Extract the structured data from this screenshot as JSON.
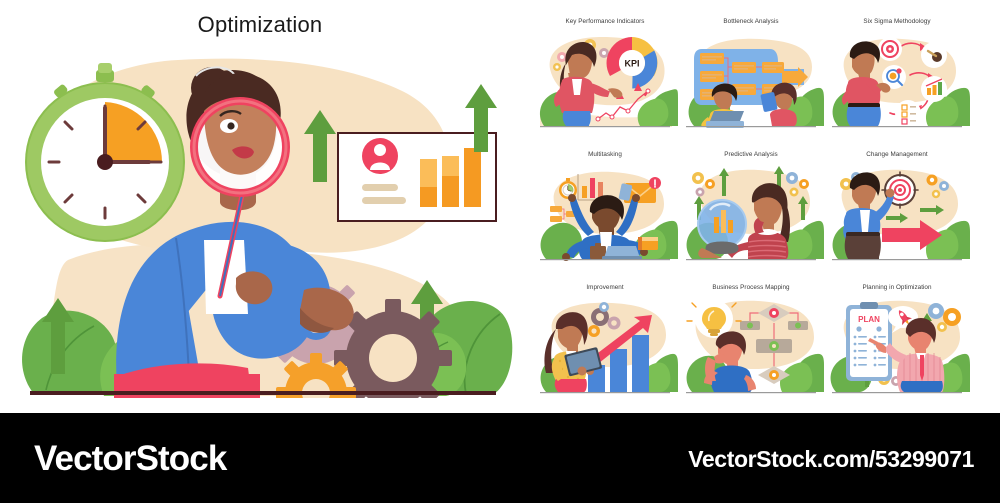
{
  "title": "Optimization",
  "footer": {
    "logo": "VectorStock",
    "url": "VectorStock.com/53299071"
  },
  "hero": {
    "label": "optimization-hero-illustration",
    "elements": {
      "stopwatch": "green-stopwatch",
      "character": "woman-with-magnifying-glass",
      "board": "analytics-board",
      "gears": "three-gears",
      "arrows": "green-growth-arrows",
      "leaves": "green-leaves"
    },
    "board": {
      "avatar_icon": "user-avatar-icon",
      "bars": [
        52,
        68,
        78
      ],
      "text_lines": 2
    },
    "colors": {
      "jacket": "#4a86d8",
      "skirt": "#ef4360",
      "stopwatch": "#8cbe4f",
      "stopwatch_dial": "#f6a023",
      "magnifier_rim": "#ef4360",
      "blob": "#f7e2c3",
      "leaf": "#6ab04c",
      "ground": "#4a1d20",
      "gear_mauve": "#c9a3ad",
      "gear_orange": "#f5a02a",
      "gear_brown": "#7a5a5e",
      "bar_orange_light": "#fbbd59",
      "bar_orange": "#f59a22",
      "arrow_green": "#5e9e3e"
    }
  },
  "panels": [
    {
      "id": "key-performance-indicators",
      "title": "Key Performance Indicators",
      "scene": "woman-pointing-at-kpi-donut-chart",
      "donut_label": "KPI",
      "donut_segments": [
        {
          "name": "red",
          "color": "#ef4360",
          "value": 34
        },
        {
          "name": "yellow",
          "color": "#f6c042",
          "value": 26
        },
        {
          "name": "blue",
          "color": "#4a86d8",
          "value": 40
        }
      ],
      "accents": [
        "gears",
        "line-chart-up",
        "leaves"
      ],
      "figure_colors": {
        "top": "#e05563",
        "bottom": "#4a86d8"
      }
    },
    {
      "id": "bottleneck-analysis",
      "title": "Bottleneck Analysis",
      "scene": "bottle-shaped-flow-diagram-with-two-workers",
      "accents": [
        "flow-boxes",
        "arrow-right",
        "laptop",
        "leaves"
      ],
      "figure_colors": {
        "left": "#f3c242",
        "right": "#e05563"
      },
      "bottle_color": "#7fb2e8",
      "box_color": "#f7a93b"
    },
    {
      "id": "six-sigma-methodology",
      "title": "Six Sigma Methodology",
      "scene": "man-thinking-with-process-circles",
      "circle_icons": [
        "target-icon",
        "magnifier-gear-icon",
        "coffee-icon",
        "bar-chart-icon",
        "checklist-icon"
      ],
      "accents": [
        "red-arrows",
        "leaves"
      ],
      "figure_colors": {
        "top": "#e05563",
        "bottom": "#4a86d8"
      }
    },
    {
      "id": "multitasking",
      "title": "Multitasking",
      "scene": "businessman-with-many-arms",
      "held_items": [
        "stopwatch",
        "smartphone",
        "notebook",
        "laptop",
        "briefcase"
      ],
      "accents": [
        "bar-chart",
        "envelope-badge",
        "flow-boxes",
        "leaves"
      ],
      "figure_colors": {
        "suit": "#2f6fc4"
      }
    },
    {
      "id": "predictive-analysis",
      "title": "Predictive Analysis",
      "scene": "woman-holding-crystal-ball-with-chart",
      "accents": [
        "gears",
        "green-arrows",
        "leaves"
      ],
      "ball_color": "#7fb2e8",
      "figure_colors": {
        "top": "#c0434e"
      }
    },
    {
      "id": "change-management",
      "title": "Change Management",
      "scene": "man-holding-target-with-big-arrow",
      "accents": [
        "gears",
        "green-arrows",
        "red-arrow",
        "leaves"
      ],
      "figure_colors": {
        "jacket": "#4a86d8",
        "pants": "#5a4038"
      },
      "arrow_color": "#ef4360"
    },
    {
      "id": "improvement",
      "title": "Improvement",
      "scene": "woman-with-laptop-and-rising-bars",
      "bars": [
        38,
        58,
        78
      ],
      "accents": [
        "gears",
        "red-up-arrow",
        "leaves"
      ],
      "bar_color": "#4a86d8",
      "figure_colors": {
        "cardigan": "#f2c14e",
        "skirt": "#ef4360"
      }
    },
    {
      "id": "business-process-mapping",
      "title": "Business Process Mapping",
      "scene": "man-with-idea-bulb-and-flowchart",
      "accents": [
        "lightbulb-bubble",
        "flowchart-nodes",
        "leaves"
      ],
      "figure_colors": {
        "shirt": "#2f6fc4",
        "skin": "#e8846f"
      },
      "node_color": "#f2a7ae"
    },
    {
      "id": "planning-in-optimization",
      "title": "Planning in Optimization",
      "scene": "man-pointing-at-plan-clipboard",
      "clipboard_label": "PLAN",
      "accents": [
        "rocket-bubble",
        "gears",
        "green-arrow",
        "leaves"
      ],
      "figure_colors": {
        "shirt": "#f2a7ae",
        "tie": "#ef4360",
        "pants": "#2f6fc4"
      }
    }
  ]
}
